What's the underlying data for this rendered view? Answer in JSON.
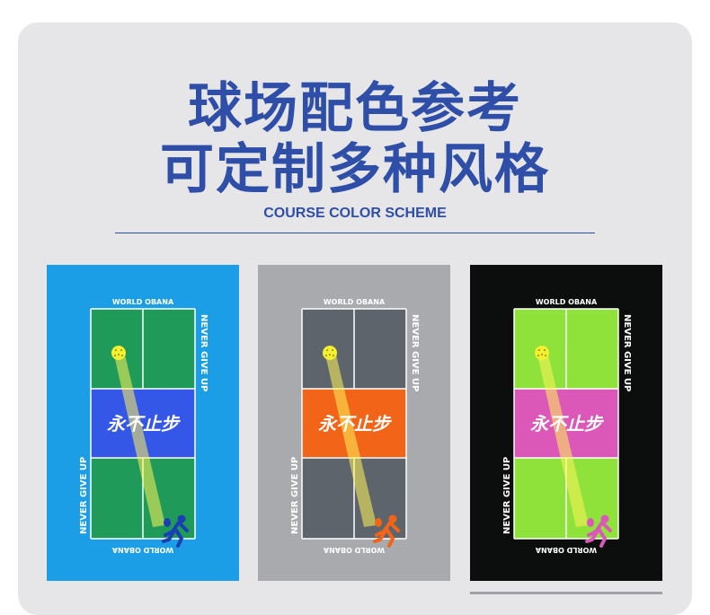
{
  "header": {
    "title_line1": "球场配色参考",
    "title_line2": "可定制多种风格",
    "subtitle": "COURSE COLOR SCHEME"
  },
  "cards": [
    {
      "brand": "WORLD OBANA",
      "side_text": "NEVER GIVE UP",
      "slogan": "永不止步",
      "colors": {
        "background": "#1b9ee6",
        "court": "#1f9a58",
        "kitchen": "#3557e8",
        "player": "#1a3fb5"
      }
    },
    {
      "brand": "WORLD OBANA",
      "side_text": "NEVER GIVE UP",
      "slogan": "永不止步",
      "colors": {
        "background": "#a8aaad",
        "court": "#5e646c",
        "kitchen": "#f26418",
        "player": "#f26418"
      }
    },
    {
      "brand": "WORLD OBANA",
      "side_text": "NEVER GIVE UP",
      "slogan": "永不止步",
      "colors": {
        "background": "#0c0d0d",
        "court": "#8fe23a",
        "kitchen": "#db57b8",
        "player": "#db57b8"
      }
    }
  ],
  "icons": [
    "pickleball-icon",
    "player-icon"
  ]
}
